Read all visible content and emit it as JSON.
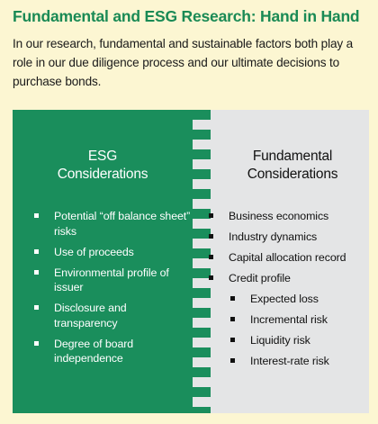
{
  "title": "Fundamental and ESG Research: Hand in Hand",
  "intro": "In our research, fundamental and sustainable factors both play a role in our due diligence process and our ultimate decisions to purchase bonds.",
  "colors": {
    "green": "#1a8e5c",
    "gray": "#e4e5e6",
    "cream": "#fcf6d2",
    "title_green": "#1a8a55"
  },
  "esg": {
    "heading_line1": "ESG",
    "heading_line2": "Considerations",
    "items": [
      "Potential “off balance sheet” risks",
      "Use of proceeds",
      "Environmental profile of issuer",
      "Disclosure and transparency",
      "Degree of board independence"
    ]
  },
  "fundamental": {
    "heading_line1": "Fundamental",
    "heading_line2": "Considerations",
    "items": [
      "Business economics",
      "Industry dynamics",
      "Capital allocation record",
      "Credit profile"
    ],
    "sub_items": [
      "Expected loss",
      "Incremental risk",
      "Liquidity risk",
      "Interest-rate risk"
    ]
  }
}
